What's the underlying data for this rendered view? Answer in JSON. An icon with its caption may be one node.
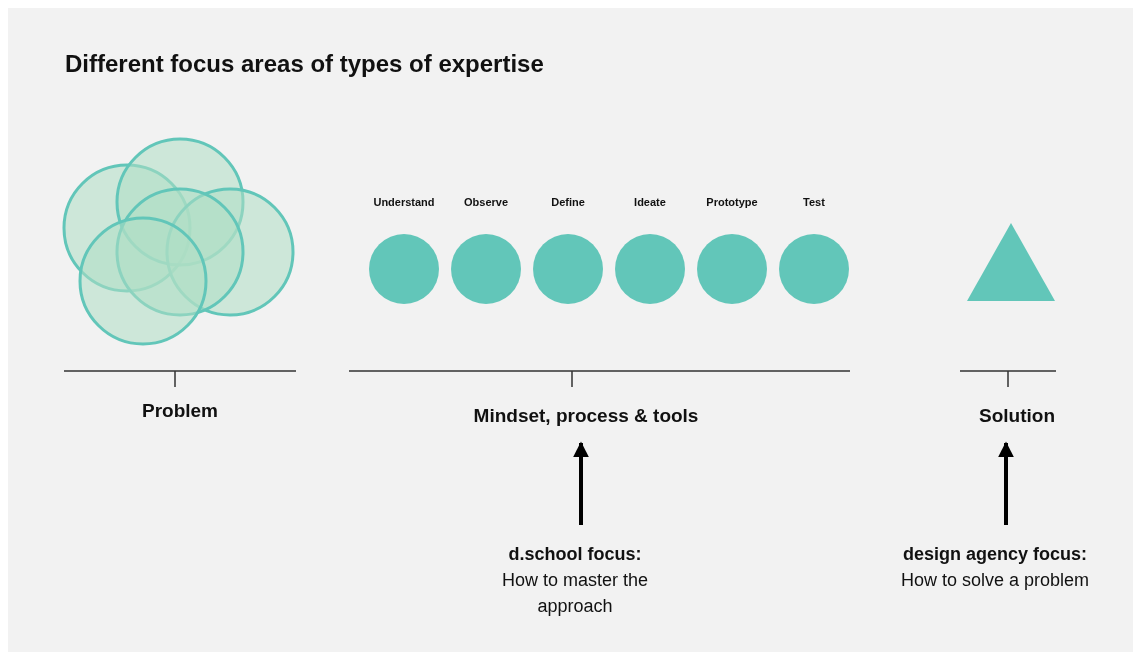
{
  "diagram": {
    "title": "Different focus areas of types of expertise",
    "nodes": [
      {
        "text": [],
        "shape": "circle"
      },
      {
        "text": [],
        "shape": "circle"
      },
      {
        "text": [],
        "shape": "circle"
      },
      {
        "text": [],
        "shape": "circle"
      },
      {
        "text": [],
        "shape": "circle"
      },
      {
        "text": [
          "Understand"
        ]
      },
      {
        "text": [
          "Observe"
        ]
      },
      {
        "text": [
          "Define"
        ]
      },
      {
        "text": [
          "Ideate"
        ]
      },
      {
        "text": [
          "Prototype"
        ]
      },
      {
        "text": [
          "Test"
        ]
      },
      {
        "text": [],
        "shape": "triangle"
      },
      {
        "text": [
          "Mindset, process & tools"
        ]
      },
      {
        "text": [
          "Solution"
        ]
      },
      {
        "text": [
          "d.school focus:",
          "How to master the approach"
        ]
      },
      {
        "text": [
          "design agency focus:",
          "How to solve a problem"
        ]
      }
    ],
    "edges": [
      {
        "from": 14,
        "to": 12,
        "arrow": "to"
      },
      {
        "from": 15,
        "to": 13,
        "arrow": "to"
      }
    ],
    "labels": [
      "Problem"
    ]
  }
}
